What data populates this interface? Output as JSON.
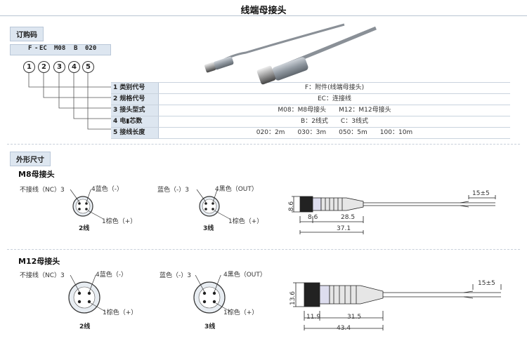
{
  "page_title": "线端母接头",
  "order_code": {
    "tab_label": "订购码",
    "code_parts": [
      "F",
      "EC",
      "M08",
      "B",
      "020"
    ],
    "circles": [
      "1",
      "2",
      "3",
      "4",
      "5"
    ]
  },
  "spec_table": [
    {
      "num": "1",
      "label": "类别代号",
      "value": "F：附件(线端母接头)"
    },
    {
      "num": "2",
      "label": "规格代号",
      "value": "EC：连接线"
    },
    {
      "num": "3",
      "label": "接头型式",
      "value": "M08：M8母接头　　M12：M12母接头"
    },
    {
      "num": "4",
      "label": "电▮芯数",
      "value": "B：2线式　　C：3线式"
    },
    {
      "num": "5",
      "label": "接线长度",
      "value": "020：2m　　030：3m　　050：5m　　100：10m"
    }
  ],
  "dimensions": {
    "tab_label": "外形尺寸",
    "m8": {
      "title": "M8母接头",
      "two_wire": {
        "pin_nc": "不接线（NC）3",
        "pin_4": "4蓝色（-）",
        "pin_1": "1棕色（+）",
        "caption": "2线"
      },
      "three_wire": {
        "pin_3": "蓝色（-）3",
        "pin_4": "4黑色（OUT）",
        "pin_1": "1棕色（+）",
        "caption": "3线"
      },
      "dims": {
        "height": "8.6",
        "a": "8.6",
        "b": "28.5",
        "total": "37.1",
        "tail": "15±5"
      }
    },
    "m12": {
      "title": "M12母接头",
      "two_wire": {
        "pin_nc": "不接线（NC）3",
        "pin_4": "4蓝色（-）",
        "pin_1": "1棕色（+）",
        "caption": "2线"
      },
      "three_wire": {
        "pin_3": "蓝色（-）3",
        "pin_4": "4黑色（OUT）",
        "pin_1": "1棕色（+）",
        "caption": "3线"
      },
      "dims": {
        "height": "13.6",
        "a": "11.9",
        "b": "31.5",
        "total": "43.4",
        "tail": "15±5"
      }
    }
  }
}
